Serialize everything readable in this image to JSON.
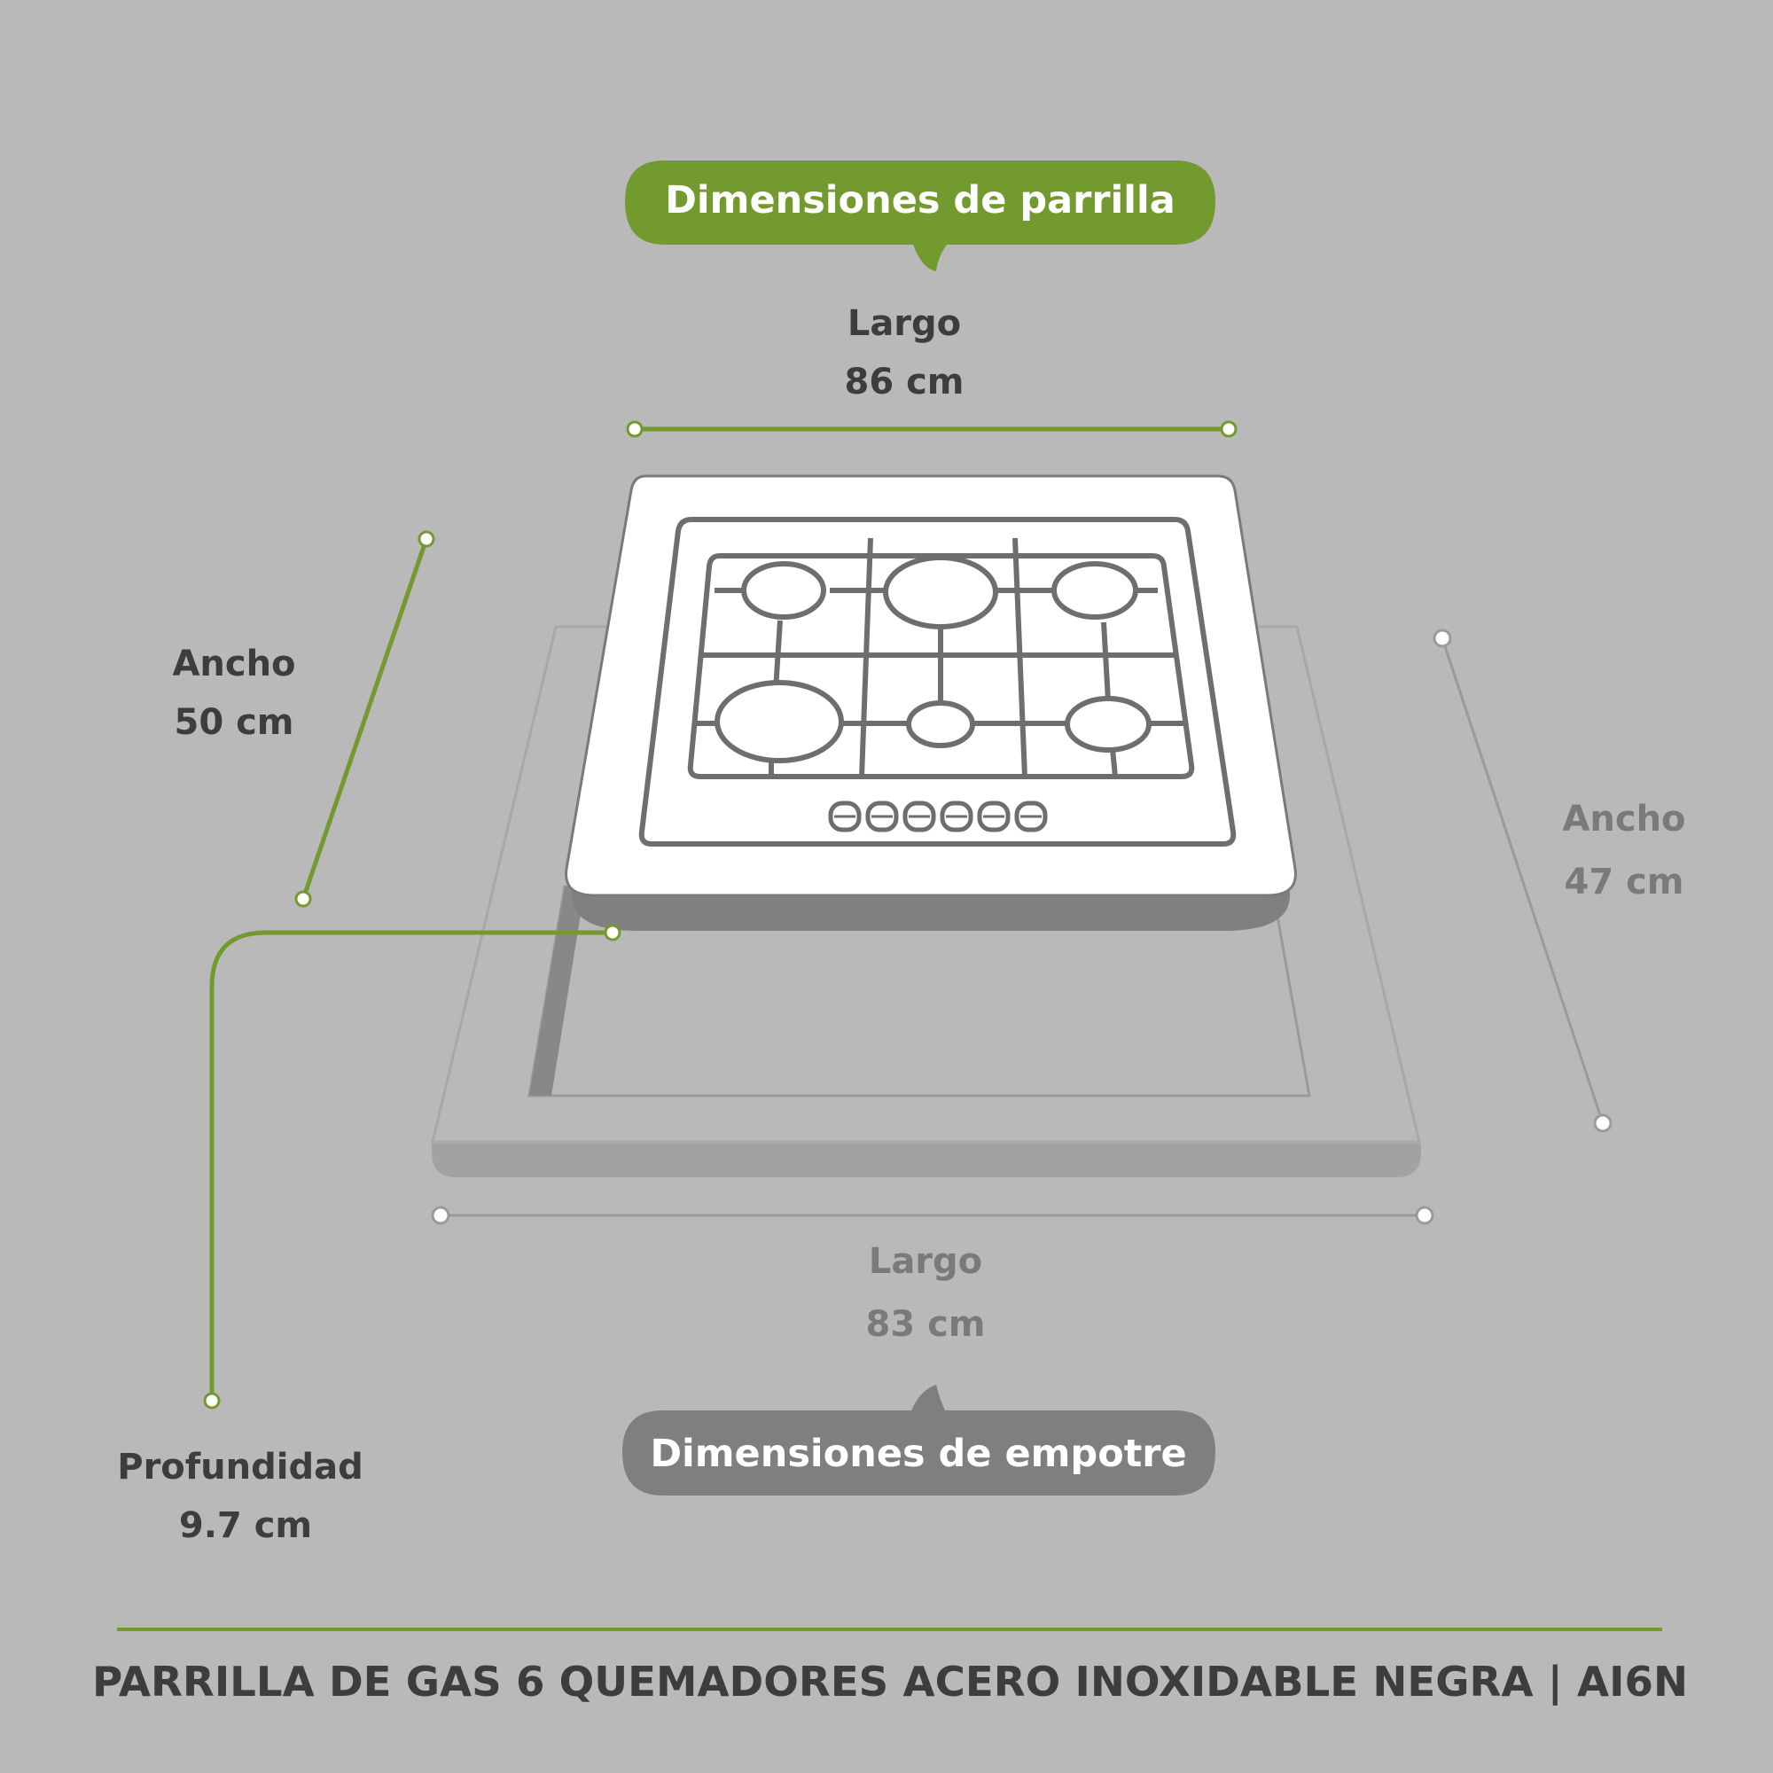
{
  "parrilla": {
    "badge": "Dimensiones de parrilla",
    "largo": {
      "label": "Largo",
      "value": "86 cm"
    },
    "ancho": {
      "label": "Ancho",
      "value": "50 cm"
    },
    "profundidad": {
      "label": "Profundidad",
      "value": "9.7 cm"
    }
  },
  "empotre": {
    "badge": "Dimensiones de empotre",
    "largo": {
      "label": "Largo",
      "value": "83 cm"
    },
    "ancho": {
      "label": "Ancho",
      "value": "47 cm"
    }
  },
  "product_title": "PARRILLA DE GAS 6 QUEMADORES ACERO INOXIDABLE NEGRA | AI6N",
  "colors": {
    "background": "#b9b9b9",
    "accent_green": "#739a2f",
    "badge_gray": "#7f7f7f",
    "text_dark": "#3d3d3d",
    "text_muted": "#7a7a7a"
  }
}
